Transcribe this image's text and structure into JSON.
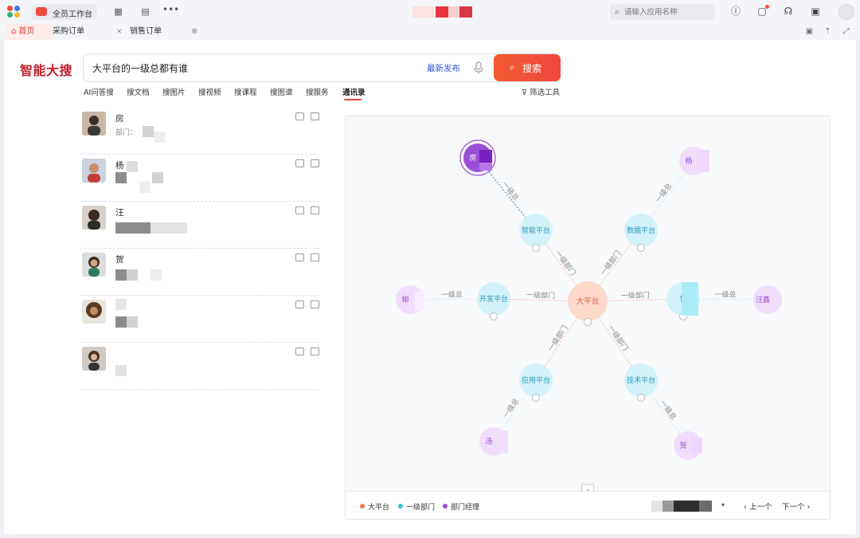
{
  "topbar": {
    "workspace": "全员工作台",
    "search_placeholder": "请输入应用名称",
    "more_icon": "more-horizontal-icon"
  },
  "tabs": [
    {
      "label": "首页"
    },
    {
      "label": "采购订单"
    },
    {
      "label": "销售订单"
    }
  ],
  "header": {
    "brand": "智能大搜",
    "query": "大平台的一级总都有谁",
    "latest_label": "最新发布",
    "search_button": "搜索",
    "filter_label": "筛选工具"
  },
  "search_tabs": [
    "AI问答搜",
    "搜文档",
    "搜图片",
    "搜视频",
    "搜课程",
    "搜图谱",
    "搜服务",
    "通讯录"
  ],
  "active_search_tab": "通讯录",
  "people": [
    {
      "name": "房",
      "sub": "部门："
    },
    {
      "name": "杨",
      "sub": ""
    },
    {
      "name": "汪",
      "sub": ""
    },
    {
      "name": "贺",
      "sub": ""
    },
    {
      "name": "",
      "sub": ""
    },
    {
      "name": "",
      "sub": ""
    }
  ],
  "graph": {
    "center": "大平台",
    "departments": [
      "智能平台",
      "数据平台",
      "开发平台",
      "协",
      "应用平台",
      "技术平台"
    ],
    "managers": [
      "房",
      "杨",
      "柳",
      "汪鑫",
      "汤",
      "贺"
    ],
    "edge_dept": "一级部门",
    "edge_mgr": "一级总",
    "colors": {
      "center": "#f07a4a",
      "dept": "#3bbfd9",
      "manager": "#9b4fd6"
    }
  },
  "legend": [
    {
      "label": "大平台",
      "color": "#f07a4a"
    },
    {
      "label": "一级部门",
      "color": "#3bbfd9"
    },
    {
      "label": "部门经理",
      "color": "#9b4fd6"
    }
  ],
  "pager": {
    "prev": "上一个",
    "next": "下一个"
  }
}
